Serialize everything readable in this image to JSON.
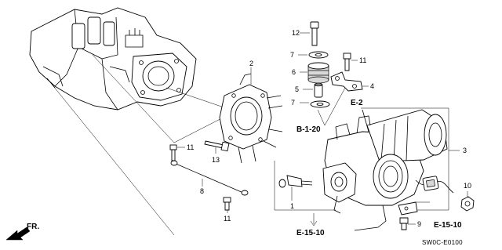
{
  "callouts": {
    "c1": "1",
    "c2": "2",
    "c3": "3",
    "c4": "4",
    "c5": "5",
    "c6": "6",
    "c7a": "7",
    "c7b": "7",
    "c8": "8",
    "c9": "9",
    "c10": "10",
    "c11a": "11",
    "c11b": "11",
    "c11c": "11",
    "c12": "12",
    "c13": "13"
  },
  "references": {
    "e2": "E-2",
    "b120": "B-1-20",
    "e1510_left": "E-15-10",
    "e1510_right": "E-15-10"
  },
  "direction_label": "FR.",
  "diagram_code": "SW0C-E0100"
}
